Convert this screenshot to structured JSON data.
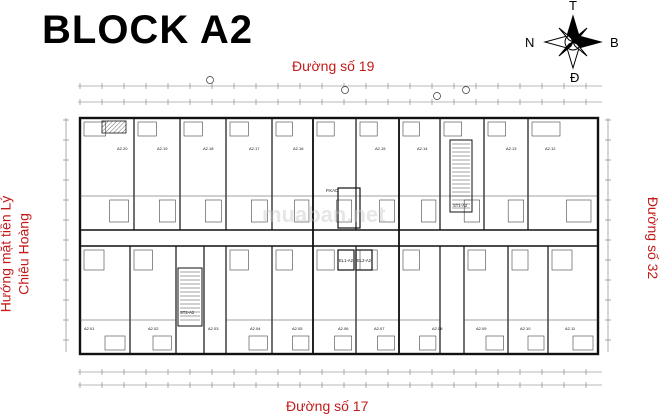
{
  "title": "BLOCK A2",
  "compass": {
    "north": "T",
    "south": "Đ",
    "west": "N",
    "east": "B"
  },
  "streets": {
    "top": "Đường số 19",
    "bottom": "Đường số 17",
    "right": "Đường số 32",
    "left_line1": "Hướng mặt tiền Lý",
    "left_line2": "Chiêu Hoàng"
  },
  "units_top": [
    "A2.20",
    "A2.19",
    "A2.18",
    "A2.17",
    "A2.16",
    "A2.15",
    "A2.14",
    "A2.13",
    "A2.12"
  ],
  "units_bottom": [
    "A2.01",
    "A2.02",
    "A2.03",
    "A2.04",
    "A2.05",
    "A2.06",
    "A2.07",
    "A2.08",
    "A2.09",
    "A2.10",
    "A2.11"
  ],
  "cores": {
    "stair_top": "ST1-A2",
    "stair_bottom": "ST2-A2",
    "elevator_1": "EL1-A2",
    "elevator_2": "EL2-A2",
    "pump": "P.KAC"
  }
}
